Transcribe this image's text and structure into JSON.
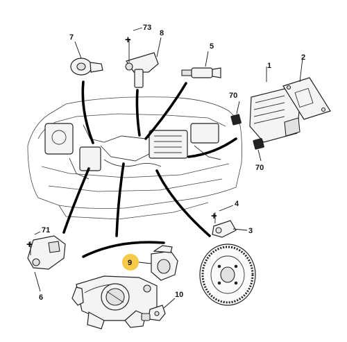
{
  "callouts": {
    "c1": "1",
    "c2": "2",
    "c3": "3",
    "c4": "4",
    "c5": "5",
    "c6": "6",
    "c7": "7",
    "c8": "8",
    "c9": "9",
    "c10": "10",
    "c70a": "70",
    "c70b": "70",
    "c71": "71",
    "c73": "73"
  },
  "colors": {
    "highlight": "#f7c948",
    "ink": "#111111",
    "wire": "#000000"
  }
}
